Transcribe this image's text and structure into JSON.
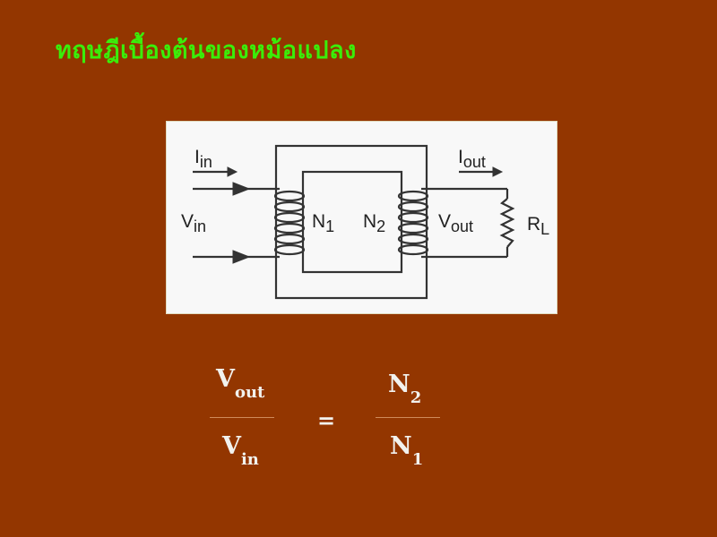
{
  "slide": {
    "title": "ทฤษฎีเบื้องต้นของหม้อแปลง",
    "background_color": "#933600",
    "title_color": "#3aee0a"
  },
  "diagram": {
    "input_current": {
      "main": "I",
      "sub": "in"
    },
    "input_voltage": {
      "main": "V",
      "sub": "in"
    },
    "primary_turns": {
      "main": "N",
      "sub": "1"
    },
    "secondary_turns": {
      "main": "N",
      "sub": "2"
    },
    "output_current": {
      "main": "I",
      "sub": "out"
    },
    "output_voltage": {
      "main": "V",
      "sub": "out"
    },
    "load": {
      "main": "R",
      "sub": "L"
    },
    "line_color": "#333333"
  },
  "formula": {
    "lhs_numerator": {
      "main": "V",
      "sub": "out"
    },
    "lhs_denominator": {
      "main": "V",
      "sub": "in"
    },
    "operator": "=",
    "rhs_numerator": {
      "main": "N",
      "sub": "2"
    },
    "rhs_denominator": {
      "main": "N",
      "sub": "1"
    }
  }
}
